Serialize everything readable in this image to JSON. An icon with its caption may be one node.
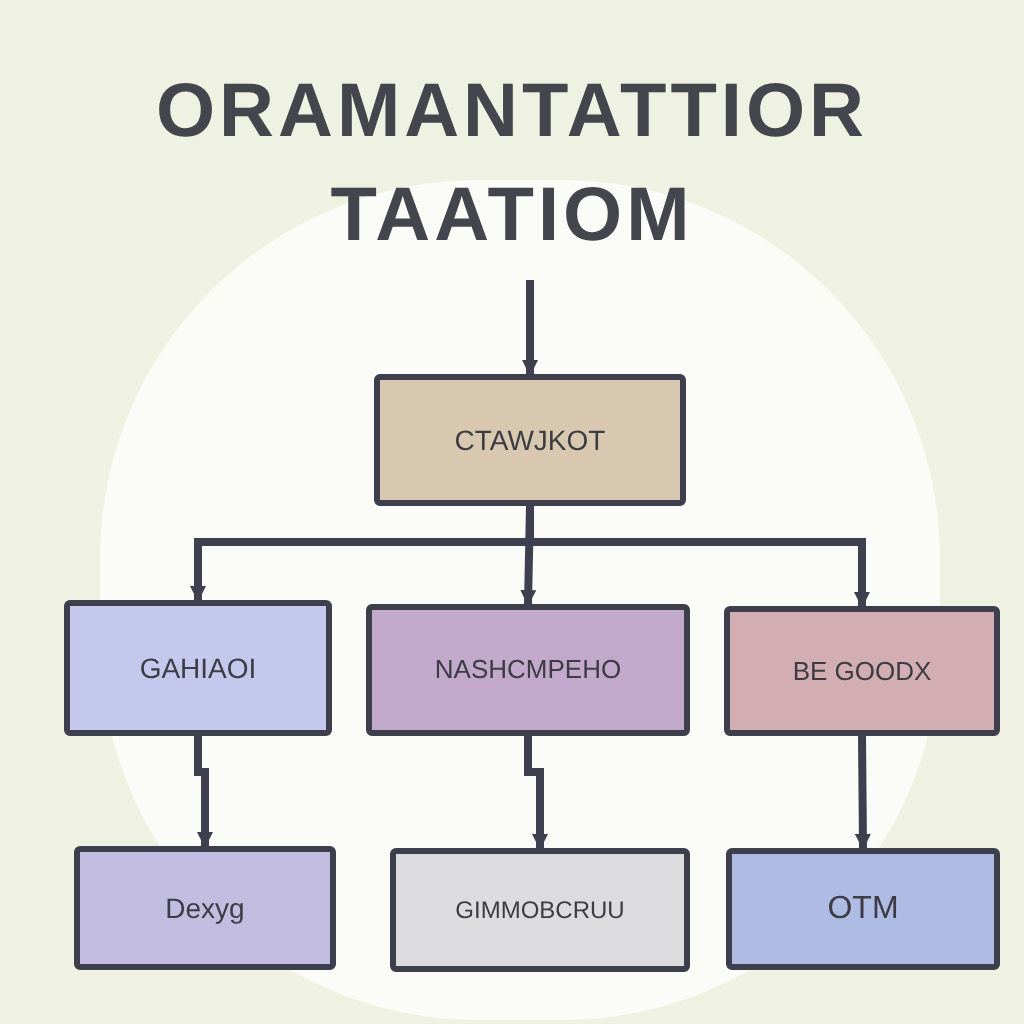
{
  "diagram": {
    "title": "ORAMANTATTIOR TAATIOM",
    "nodes": [
      {
        "text": [
          "CTAWJKOT"
        ]
      },
      {
        "text": [
          "GAHIAOI"
        ]
      },
      {
        "text": [
          "NASHCMPEHO"
        ]
      },
      {
        "text": [
          "BE GOODX"
        ]
      },
      {
        "text": [
          "Dexyg"
        ]
      },
      {
        "text": [
          "GIMMOBCRUU"
        ]
      },
      {
        "text": [
          "OTM"
        ]
      }
    ],
    "edges": [
      {
        "from": null,
        "to": 0,
        "arrow": "to"
      },
      {
        "from": 0,
        "to": 1,
        "arrow": "to"
      },
      {
        "from": 0,
        "to": 2,
        "arrow": "to"
      },
      {
        "from": 0,
        "to": 3,
        "arrow": "to"
      },
      {
        "from": 1,
        "to": 4,
        "arrow": "to"
      },
      {
        "from": 2,
        "to": 5,
        "arrow": "to"
      },
      {
        "from": 3,
        "to": 6,
        "arrow": "to"
      }
    ]
  }
}
